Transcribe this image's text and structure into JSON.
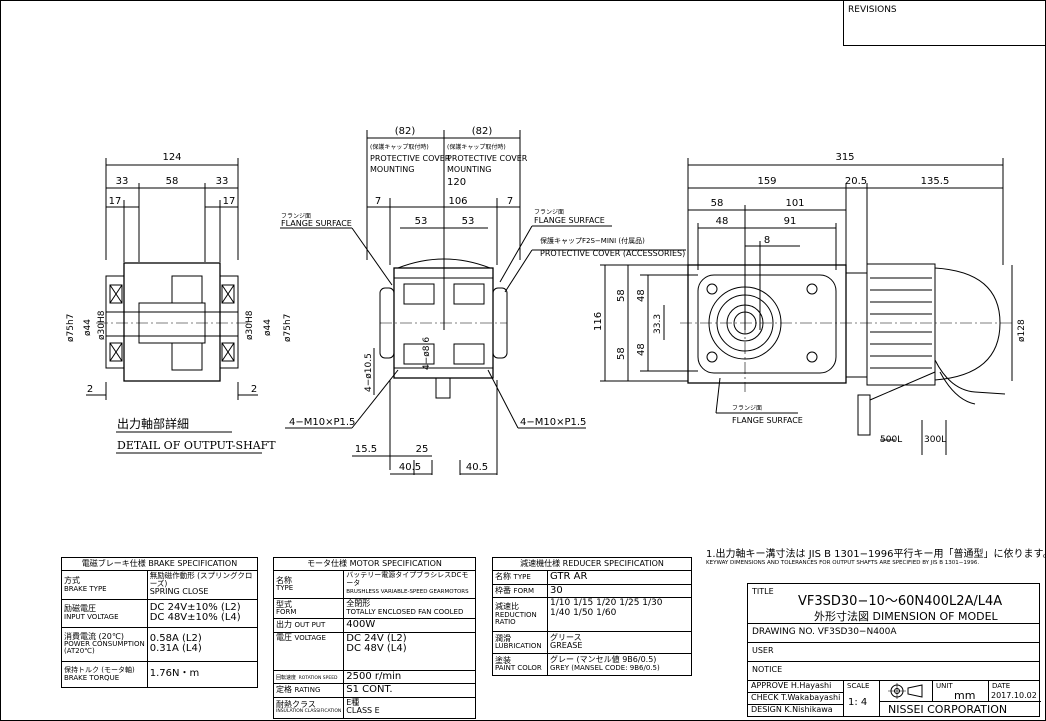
{
  "revisions": "REVISIONS",
  "shaft_view": {
    "dims": {
      "d124": "124",
      "d33a": "33",
      "d58": "58",
      "d33b": "33",
      "d17a": "17",
      "d17b": "17",
      "d2a": "2",
      "d2b": "2"
    },
    "dia": {
      "l1": "ø75h7",
      "l2": "ø44",
      "l3": "ø30H8",
      "r1": "ø30H8",
      "r2": "ø44",
      "r3": "ø75h7"
    },
    "caption_jp": "出力軸部詳細",
    "caption_en": "DETAIL OF OUTPUT-SHAFT"
  },
  "side_view": {
    "d82a": "(82)",
    "d82b": "(82)",
    "cover_jp_a": "(保護キャップ取付時)",
    "cover_jp_b": "(保護キャップ取付時)",
    "cover_en1a": "PROTECTIVE COVER",
    "cover_en2a": "MOUNTING",
    "cover_en1b": "PROTECTIVE COVER",
    "cover_en2b": "MOUNTING",
    "d120": "120",
    "d7a": "7",
    "d106": "106",
    "d7b": "7",
    "d53a": "53",
    "d53b": "53",
    "flange_jp_l": "フランジ面",
    "flange_en_l": "FLANGE SURFACE",
    "flange_jp_r": "フランジ面",
    "flange_en_r": "FLANGE SURFACE",
    "cap_jp": "保護キャップF2S−MINI (付属品)",
    "cap_en": "PROTECTIVE COVER (ACCESSORIES)",
    "hole86": "4−ø8.6",
    "hole105": "4−ø10.5",
    "bolt_l": "4−M10×P1.5",
    "bolt_r": "4−M10×P1.5",
    "d155": "15.5",
    "d25": "25",
    "d405a": "40.5",
    "d405b": "40.5"
  },
  "front_view": {
    "d315": "315",
    "d159": "159",
    "d205": "20.5",
    "d1355": "135.5",
    "d58": "58",
    "d101": "101",
    "d48": "48",
    "d91": "91",
    "d8": "8",
    "d116": "116",
    "v58a": "58",
    "v58b": "58",
    "v48a": "48",
    "v48b": "48",
    "d333": "33.3",
    "d128": "ø128",
    "flange_jp": "フランジ面",
    "flange_en": "FLANGE SURFACE",
    "d500": "500L",
    "d300": "300L"
  },
  "brake_spec": {
    "header": "電磁ブレーキ仕様 BRAKE SPECIFICATION",
    "rows": [
      {
        "k_jp": "方式",
        "k_en": "BRAKE TYPE",
        "v1": "無励磁作動形 (スプリングクローズ)",
        "v2": "SPRING CLOSE"
      },
      {
        "k_jp": "励磁電圧",
        "k_en": "INPUT VOLTAGE",
        "v1": "DC 24V±10% (L2)",
        "v2": "DC 48V±10% (L4)"
      },
      {
        "k_jp": "消費電流 (20℃)",
        "k_en": "POWER CONSUMPTION",
        "k_en2": "(AT20℃)",
        "v1": "0.58A (L2)",
        "v2": "0.31A (L4)"
      },
      {
        "k_jp": "保持トルク (モータ軸)",
        "k_en": "BRAKE TORQUE",
        "v1": "1.76N・m"
      }
    ]
  },
  "motor_spec": {
    "header": "モータ仕様 MOTOR SPECIFICATION",
    "rows": [
      {
        "k_jp": "名称",
        "k_en": "TYPE",
        "v1": "バッテリー電源タイプブラシレスDCモータ",
        "v2": "BRUSHLESS VARIABLE-SPEED GEARMOTORS"
      },
      {
        "k_jp": "型式",
        "k_en": "FORM",
        "v1": "全閉形",
        "v2": "TOTALLY ENCLOSED FAN COOLED"
      },
      {
        "k_jp": "出力",
        "k_en": "OUT PUT",
        "v1": "400W"
      },
      {
        "k_jp": "電圧",
        "k_en": "VOLTAGE",
        "v1": "DC 24V (L2)",
        "v2": "DC 48V (L4)"
      },
      {
        "k_jp": "回転速度",
        "k_en": "ROTATION SPEED",
        "v1": "2500 r/min"
      },
      {
        "k_jp": "定格",
        "k_en": "RATING",
        "v1": "S1 CONT."
      },
      {
        "k_jp": "耐熱クラス",
        "k_en": "INSULATION CLASSIFICATION",
        "v1": "E種",
        "v2": "CLASS E"
      }
    ]
  },
  "reducer_spec": {
    "header": "減速機仕様 REDUCER SPECIFICATION",
    "rows": [
      {
        "k_jp": "名称",
        "k_en": "TYPE",
        "v1": "GTR AR"
      },
      {
        "k_jp": "枠番",
        "k_en": "FORM",
        "v1": "30"
      },
      {
        "k_jp": "減速比",
        "k_en": "REDUCTION",
        "k_en2": "RATIO",
        "v1": "1/10 1/15 1/20 1/25 1/30",
        "v2": "1/40 1/50 1/60"
      },
      {
        "k_jp": "潤滑",
        "k_en": "LUBRICATION",
        "v1": "グリース",
        "v2": "GREASE"
      },
      {
        "k_jp": "塗装",
        "k_en": "PAINT COLOR",
        "v1": "グレー (マンセル値 9B6/0.5)",
        "v2": "GREY (MANSEL CODE: 9B6/0.5)"
      }
    ]
  },
  "note": {
    "main": "1.出力軸キー溝寸法は JIS B 1301−1996平行キー用「普通型」に依ります。",
    "sub": "KEYWAY DIMENSIONS AND TOLERANCES FOR OUTPUT SHAFTS ARE SPECIFIED BY JIS B 1301−1996."
  },
  "title_block": {
    "title_label": "TITLE",
    "title_line1": "VF3SD30−10〜60N400L2A/L4A",
    "title_line2": "外形寸法図 DIMENSION OF MODEL",
    "drawing_no": "DRAWING NO. VF3SD30−N400A",
    "user": "USER",
    "notice": "NOTICE",
    "approve": "APPROVE H.Hayashi",
    "check": "CHECK  T.Wakabayashi",
    "design": "DESIGN  K.Nishikawa",
    "scale_label": "SCALE",
    "scale": "1: 4",
    "unit_label": "UNIT",
    "unit": "mm",
    "date_label": "DATE",
    "date": "2017.10.02",
    "company": "NISSEI  CORPORATION"
  }
}
